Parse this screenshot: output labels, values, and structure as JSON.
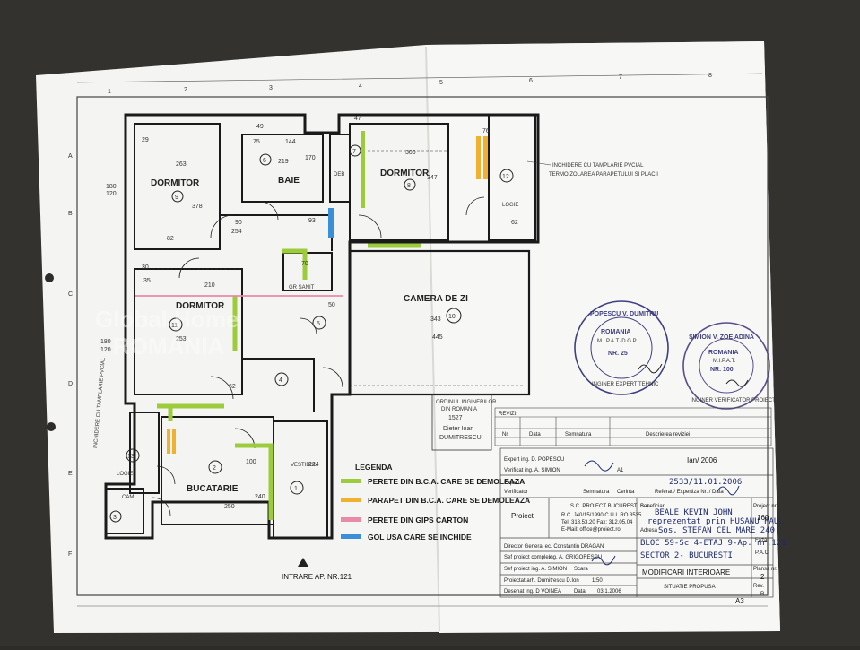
{
  "watermark": {
    "line1": "Global Home",
    "line2": "ROMANIA"
  },
  "grid": {
    "columns": [
      "1",
      "2",
      "3",
      "4",
      "5",
      "6",
      "7",
      "8"
    ],
    "rows": [
      "A",
      "B",
      "C",
      "D",
      "E",
      "F"
    ]
  },
  "rooms": [
    {
      "name": "DORMITOR",
      "number": "9"
    },
    {
      "name": "BAIE",
      "number": "6"
    },
    {
      "name": "DEB",
      "number": "7"
    },
    {
      "name": "DORMITOR",
      "number": "8"
    },
    {
      "name": "LOGIE",
      "number": "12"
    },
    {
      "name": "DORMITOR",
      "number": "11"
    },
    {
      "name": "GR SANIT",
      "number": "5"
    },
    {
      "name": "CAMERA DE ZI",
      "number": "10"
    },
    {
      "name": "",
      "number": "4"
    },
    {
      "name": "LOGIE",
      "number": "13"
    },
    {
      "name": "BUCATARIE",
      "number": "2"
    },
    {
      "name": "VESTIBUL",
      "number": "1"
    },
    {
      "name": "CAM",
      "number": "3"
    }
  ],
  "dimensions": [
    "263",
    "378",
    "144",
    "219",
    "170",
    "75",
    "49",
    "300",
    "347",
    "90",
    "254",
    "210",
    "343",
    "445",
    "253",
    "120",
    "180",
    "224",
    "100",
    "250",
    "240",
    "62",
    "93",
    "62",
    "47",
    "30",
    "29",
    "82",
    "35",
    "70",
    "76",
    "50"
  ],
  "notes": {
    "top_right_1": "INCHIDERE CU TAMPLARIE PVCIAL",
    "top_right_2": "TERMOIZOLAREA PARAPETULUI SI PLACII",
    "left_vertical": "INCHIDERE CU TAMPLARIE PVCIAL",
    "entrance": "INTRARE AP. NR.121"
  },
  "legend": {
    "title": "LEGENDA",
    "items": [
      {
        "label": "PERETE DIN B.C.A. CARE SE DEMOLEAZA",
        "color": "#9ccc3c"
      },
      {
        "label": "PARAPET DIN B.C.A. CARE SE DEMOLEAZA",
        "color": "#f0b030"
      },
      {
        "label": "PERETE DIN GIPS CARTON",
        "color": "#e98aa8"
      },
      {
        "label": "GOL USA CARE SE INCHIDE",
        "color": "#3a8fd8"
      }
    ]
  },
  "revision": {
    "title": "REVIZII",
    "headers": [
      "Nr.",
      "Data",
      "Semnatura",
      "Descrierea reviziei"
    ]
  },
  "stamps": {
    "engineer": {
      "name": "POPESCU V. DUMITRU",
      "country": "ROMANIA",
      "org": "M.I.P.A.T.-D.G.P.",
      "nr": "NR. 25",
      "role": "INGINER EXPERT TEHNIC"
    },
    "verifier": {
      "name": "SIMION V. ZOE ADINA",
      "country": "ROMANIA",
      "org": "M.I.P.A.T.",
      "nr": "NR. 100",
      "role": "INGINER VERIFICATOR PROIECTE"
    },
    "expert_box": {
      "line1": "ORDINUL INGINERILOR",
      "line2": "DIN ROMANIA",
      "number": "1527",
      "name1": "Dieter Ioan",
      "name2": "DUMITRESCU"
    }
  },
  "title_block": {
    "expert": "Expert   ing. D. POPESCU",
    "verificat": "Verificat   ing. A. SIMION",
    "expert_label": "Expert",
    "verificator_label": "Verificator",
    "semnatura": "Semnatura",
    "cerinta": "Cerinta",
    "a1": "A1",
    "referat": "Referat / Expertiza Nr. / Data",
    "date_top": "Ian/ 2006",
    "date_hand": "2533/11.01.2006",
    "company": "S.C. PROIECT BUCURESTI S.A.",
    "company_logo": "Proiect",
    "company_info1": "R.C. J40/15/1990  C.U.I. RO 3535",
    "company_info2": "Tel: 318.53.20   Fax: 312.05.04",
    "company_info3": "E-Mail: office@proiect.ro",
    "beneficiar_label": "Beneficiar",
    "beneficiar_1": "BEALE KEVIN JOHN",
    "beneficiar_2": "reprezentat prin HUSANU PAUL",
    "adresa_label": "Adresa",
    "adresa_1": "Sos. STEFAN CEL MARE 240",
    "adresa_2": "BLOC 59-Sc 4-ETAJ 9-Ap. nr.121",
    "adresa_3": "SECTOR 2- BUCURESTI",
    "project_no_label": "Project nr.",
    "project_no": "160",
    "faza_label": "Faza",
    "faza": "P.A.C",
    "director_general": "Director General  ec. Constantin DRAGAN",
    "sef_proiect_label": "Sef proiect complex",
    "sef_proiect": "ing. A. GRIGORESCU",
    "sef_proiect2": "Sef proiect  ing. A. SIMION",
    "proiectat": "Proiectat  arh. Dumitrescu D.Ion",
    "desenat": "Desenat  ing. D VOINEA",
    "scara_label": "Scara",
    "scara": "1:50",
    "data_label": "Data",
    "data": "03.1.2006",
    "title_main": "MODIFICARI INTERIOARE",
    "title_sub": "SITUATIE PROPUSA",
    "plansa_label": "Plansa nr.",
    "plansa": "2",
    "revizia_label": "Rev.",
    "revizia": "R",
    "sheet_size": "A3"
  }
}
